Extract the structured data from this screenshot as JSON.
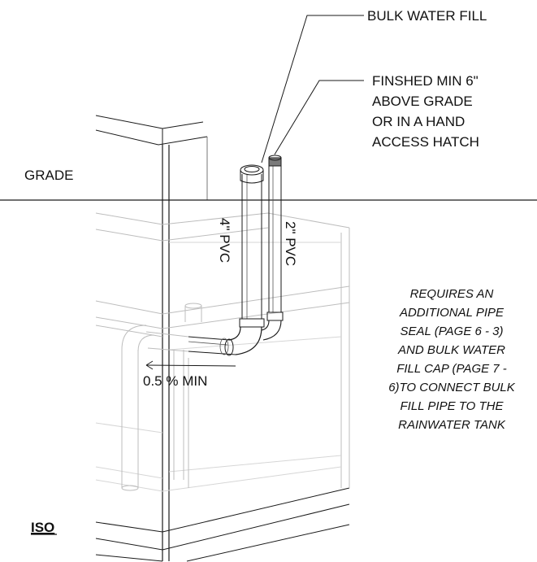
{
  "labels": {
    "bulk_water_fill": "BULK WATER FILL",
    "finished_line1": "FINSHED MIN 6\"",
    "finished_line2": "ABOVE GRADE",
    "finished_line3": "OR IN A HAND",
    "finished_line4": "ACCESS HATCH",
    "grade": "GRADE",
    "pipe_4in": "4\" PVC",
    "pipe_2in": "2\" PVC",
    "slope": "0.5 % MIN",
    "view": "ISO"
  },
  "note": {
    "lines": [
      "REQUIRES AN",
      "ADDITIONAL PIPE",
      "SEAL (PAGE 6 - 3)",
      "AND BULK WATER",
      "FILL CAP (PAGE 7 -",
      "6)TO CONNECT BULK",
      "FILL PIPE TO THE",
      "RAINWATER TANK"
    ]
  }
}
